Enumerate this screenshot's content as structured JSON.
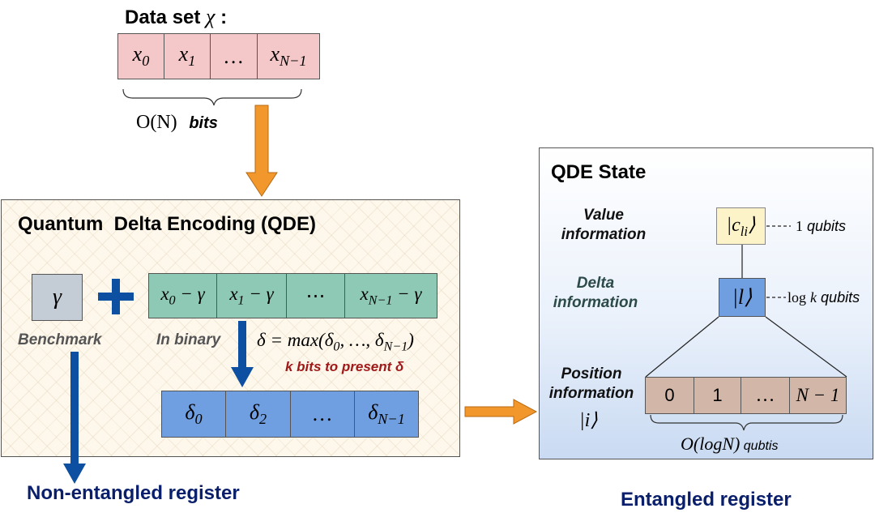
{
  "dataset": {
    "title": "Data set",
    "symbol": "χ",
    "colon": ":",
    "cells": [
      "x₀",
      "x₁",
      "…",
      "x_{N−1}"
    ],
    "size_math": "O(N)",
    "size_unit": "bits"
  },
  "qde": {
    "title": "Quantum  Delta Encoding (QDE)",
    "gamma": "γ",
    "plus": "+",
    "diff_cells": [
      "x₀ − γ",
      "x₁ − γ",
      "⋯",
      "x_{N−1} − γ"
    ],
    "benchmark_label": "Benchmark",
    "binary_label": "In binary",
    "delta_formula": "δ = max(δ₀, …, δ_{N−1})",
    "k_bits_note": "k bits to present δ",
    "delta_cells": [
      "δ₀",
      "δ₂",
      "…",
      "δ_{N−1}"
    ]
  },
  "state": {
    "title": "QDE State",
    "value_label": [
      "Value",
      "information"
    ],
    "delta_label": [
      "Delta",
      "information"
    ],
    "position_label": [
      "Position",
      "information"
    ],
    "position_ket": "|i⟩",
    "value_ket": "|c_{li}⟩",
    "value_qubits": "1 qubits",
    "delta_ket": "|l⟩",
    "delta_qubits": "log k qubits",
    "position_cells": [
      "0",
      "1",
      "…",
      "N − 1"
    ],
    "position_size": "O(logN) qubtis"
  },
  "registers": {
    "non_entangled": "Non-entangled register",
    "entangled": "Entangled register"
  },
  "colors": {
    "pink": "#f4c7c9",
    "teal": "#8ec9b6",
    "blue": "#6f9fe0",
    "gamma_box": "#c4ccd6",
    "tan": "#d2b7a9",
    "yellow": "#fcf3c8",
    "orange": "#f2972c",
    "navy": "#0d4fa0",
    "dark_text": "#0a1f6b",
    "red_note": "#a01818"
  }
}
